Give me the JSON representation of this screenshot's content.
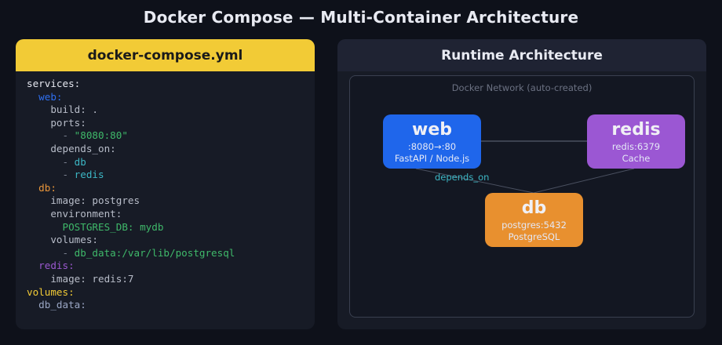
{
  "title": "Docker Compose — Multi-Container Architecture",
  "yaml_panel": {
    "header": "docker-compose.yml",
    "lines": [
      {
        "indent": "",
        "parts": [
          {
            "t": "services:",
            "c": "c-default"
          }
        ]
      },
      {
        "indent": "  ",
        "parts": [
          {
            "t": "web:",
            "c": "c-web"
          }
        ]
      },
      {
        "indent": "    ",
        "parts": [
          {
            "t": "build: .",
            "c": "c-key"
          }
        ]
      },
      {
        "indent": "    ",
        "parts": [
          {
            "t": "ports:",
            "c": "c-key"
          }
        ]
      },
      {
        "indent": "      ",
        "parts": [
          {
            "t": "- ",
            "c": "c-dash"
          },
          {
            "t": "\"8080:80\"",
            "c": "c-string"
          }
        ]
      },
      {
        "indent": "    ",
        "parts": [
          {
            "t": "depends_on:",
            "c": "c-key"
          }
        ]
      },
      {
        "indent": "      ",
        "parts": [
          {
            "t": "- ",
            "c": "c-dash"
          },
          {
            "t": "db",
            "c": "c-ref"
          }
        ]
      },
      {
        "indent": "      ",
        "parts": [
          {
            "t": "- ",
            "c": "c-dash"
          },
          {
            "t": "redis",
            "c": "c-ref"
          }
        ]
      },
      {
        "indent": "  ",
        "parts": [
          {
            "t": "db:",
            "c": "c-db"
          }
        ]
      },
      {
        "indent": "    ",
        "parts": [
          {
            "t": "image: postgres",
            "c": "c-key"
          }
        ]
      },
      {
        "indent": "    ",
        "parts": [
          {
            "t": "environment:",
            "c": "c-key"
          }
        ]
      },
      {
        "indent": "      ",
        "parts": [
          {
            "t": "POSTGRES_DB: mydb",
            "c": "c-string"
          }
        ]
      },
      {
        "indent": "    ",
        "parts": [
          {
            "t": "volumes:",
            "c": "c-key"
          }
        ]
      },
      {
        "indent": "      ",
        "parts": [
          {
            "t": "- ",
            "c": "c-dash"
          },
          {
            "t": "db_data:/var/lib/postgresql",
            "c": "c-string"
          }
        ]
      },
      {
        "indent": "  ",
        "parts": [
          {
            "t": "redis:",
            "c": "c-redis"
          }
        ]
      },
      {
        "indent": "    ",
        "parts": [
          {
            "t": "image: redis:7",
            "c": "c-key"
          }
        ]
      },
      {
        "indent": "",
        "parts": [
          {
            "t": "volumes:",
            "c": "c-volumes"
          }
        ]
      },
      {
        "indent": "  ",
        "parts": [
          {
            "t": "db_data:",
            "c": "c-volname"
          }
        ]
      }
    ]
  },
  "arch_panel": {
    "header": "Runtime Architecture",
    "network_label": "Docker Network (auto-created)",
    "nodes": {
      "web": {
        "name": "web",
        "line1": ":8080→:80",
        "line2": "FastAPI / Node.js",
        "color": "#1f66eb"
      },
      "redis": {
        "name": "redis",
        "line1": "redis:6379",
        "line2": "Cache",
        "color": "#9b57d3"
      },
      "db": {
        "name": "db",
        "line1": "postgres:5432",
        "line2": "PostgreSQL",
        "color": "#e8902f"
      }
    },
    "edges": [
      {
        "from": "web",
        "to": "redis",
        "label": ""
      },
      {
        "from": "web",
        "to": "db",
        "label": "depends_on"
      },
      {
        "from": "redis",
        "to": "db",
        "label": ""
      }
    ],
    "edge_label": "depends_on"
  }
}
